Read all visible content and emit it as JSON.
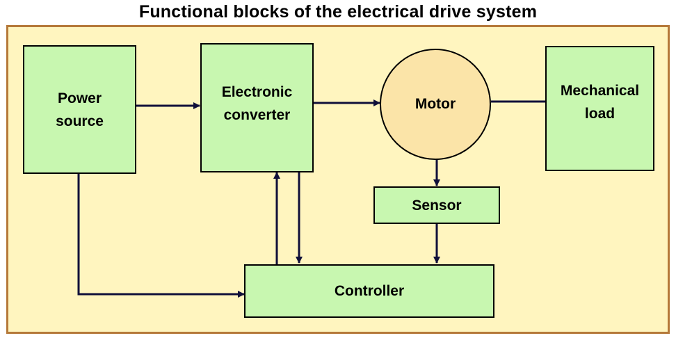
{
  "title": "Functional blocks of the electrical drive system",
  "blocks": {
    "power_source": "Power\nsource",
    "electronic_converter": "Electronic\nconverter",
    "motor": "Motor",
    "mechanical_load": "Mechanical\nload",
    "sensor": "Sensor",
    "controller": "Controller"
  },
  "colors": {
    "background": "#fff5bf",
    "frame": "#b5793a",
    "block_fill": "#c8f7b0",
    "motor_fill": "#fbe4a8",
    "line": "#000000"
  }
}
